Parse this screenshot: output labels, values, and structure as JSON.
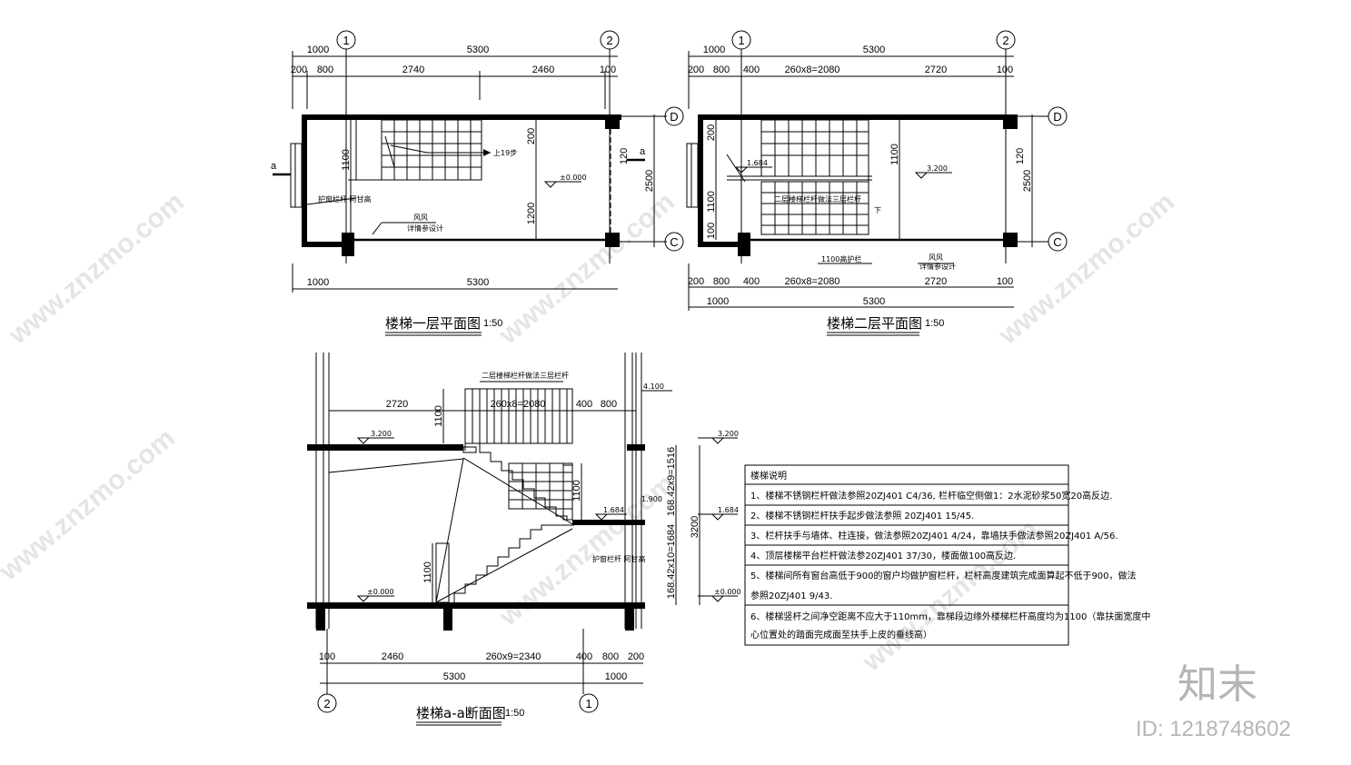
{
  "plan1": {
    "title": "楼梯一层平面图",
    "scale": "1:50",
    "axis_left": "1",
    "axis_right": "2",
    "axis_top": "D",
    "axis_bottom": "C",
    "section_mark": "a",
    "dims_top_total": [
      "1000",
      "5300"
    ],
    "dims_top_detail": [
      "200",
      "800",
      "2740",
      "2460",
      "100"
    ],
    "dims_bottom": [
      "1000",
      "5300"
    ],
    "dims_vertical": [
      "1100",
      "200",
      "1200",
      "120",
      "2500"
    ],
    "label_up": "上19步",
    "label_level": "±0.000",
    "label_rail": "护窗栏杆 阿甘高",
    "label_vent": "风风",
    "label_vent2": "详情参设计"
  },
  "plan2": {
    "title": "楼梯二层平面图",
    "scale": "1:50",
    "axis_left": "1",
    "axis_right": "2",
    "axis_top": "D",
    "axis_bottom": "C",
    "dims_top_total": [
      "1000",
      "5300"
    ],
    "dims_top_detail": [
      "200",
      "800",
      "400",
      "260x8=2080",
      "2720",
      "100"
    ],
    "dims_bottom_detail": [
      "200",
      "800",
      "400",
      "260x8=2080",
      "2720",
      "100"
    ],
    "dims_bottom_total": [
      "1000",
      "5300"
    ],
    "dims_vertical": [
      "200",
      "1100",
      "1100",
      "100",
      "120",
      "2500"
    ],
    "label_landing": "1.684",
    "label_level": "3.200",
    "label_handrail": "1100高护栏",
    "label_vent": "风风",
    "label_vent2": "详情参设计",
    "label_note": "二层楼梯栏杆做法三层栏杆",
    "label_down": "下"
  },
  "section": {
    "title": "楼梯a-a断面图",
    "scale": "1:50",
    "axis_left": "2",
    "axis_right": "1",
    "dims_top": [
      "2720",
      "260x8=2080",
      "400",
      "800"
    ],
    "dims_bottom_detail": [
      "100",
      "2460",
      "260x9=2340",
      "400",
      "800",
      "200"
    ],
    "dims_bottom_total": [
      "5300",
      "1000"
    ],
    "dims_vertical": [
      "168.42x9=1516",
      "168.42x10=1684",
      "3200"
    ],
    "levels": [
      "4.100",
      "3.200",
      "3.200",
      "1.684",
      "1.684",
      "±0.000",
      "±0.000",
      "1.900"
    ],
    "heights": [
      "1100",
      "1100",
      "1100"
    ],
    "label_note": "二层楼梯栏杆做法三层栏杆",
    "label_rail": "护窗栏杆 阿甘高"
  },
  "notes": {
    "heading": "楼梯说明",
    "items": [
      "1、楼梯不锈钢栏杆做法参照20ZJ401 C4/36, 栏杆临空侧做1：2水泥砂浆50宽20高反边.",
      "2、楼梯不锈钢栏杆扶手起步做法参照 20ZJ401 15/45.",
      "3、栏杆扶手与墙体、柱连接，做法参照20ZJ401 4/24，靠墙扶手做法参照20ZJ401 A/56.",
      "4、顶层楼梯平台栏杆做法参20ZJ401 37/30，楼面做100高反边.",
      "5、楼梯间所有窗台高低于900的窗户均做护窗栏杆，栏杆高度建筑完成面算起不低于900，做法",
      "参照20ZJ401 9/43.",
      "6、楼梯竖杆之间净空距离不应大于110mm，靠梯段边缘外楼梯栏杆高度均为1100（靠扶面宽度中",
      "心位置处的踏面完成面至扶手上皮的垂线高）"
    ]
  },
  "brand": {
    "logo": "知末",
    "id": "ID: 1218748602",
    "watermark": "www.znzmo.com"
  }
}
